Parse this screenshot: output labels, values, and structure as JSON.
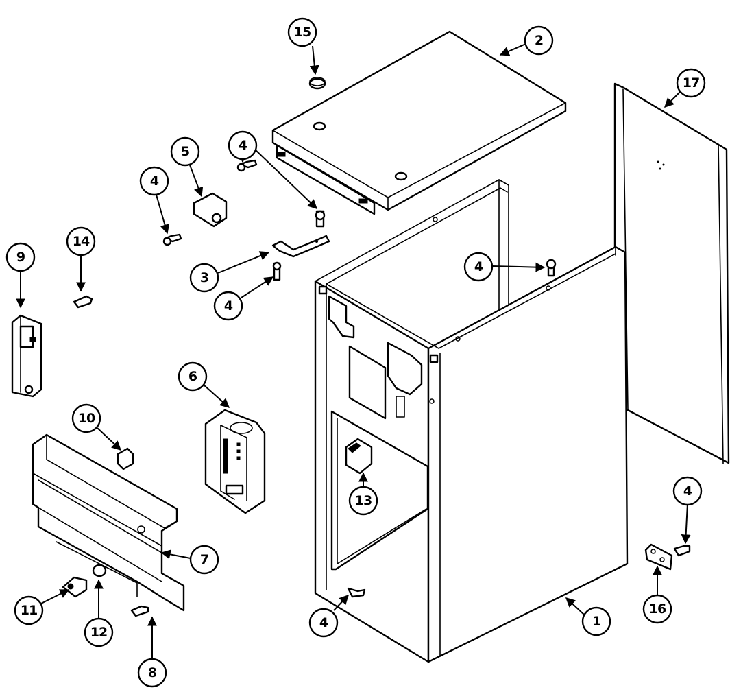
{
  "callouts": [
    {
      "id": "c15",
      "label": "15"
    },
    {
      "id": "c2",
      "label": "2"
    },
    {
      "id": "c17",
      "label": "17"
    },
    {
      "id": "c5",
      "label": "5"
    },
    {
      "id": "c4a",
      "label": "4"
    },
    {
      "id": "c4b",
      "label": "4"
    },
    {
      "id": "c14",
      "label": "14"
    },
    {
      "id": "c9",
      "label": "9"
    },
    {
      "id": "c3",
      "label": "3"
    },
    {
      "id": "c4c",
      "label": "4"
    },
    {
      "id": "c4d",
      "label": "4"
    },
    {
      "id": "c6",
      "label": "6"
    },
    {
      "id": "c10",
      "label": "10"
    },
    {
      "id": "c13",
      "label": "13"
    },
    {
      "id": "c7",
      "label": "7"
    },
    {
      "id": "c4e",
      "label": "4"
    },
    {
      "id": "c16",
      "label": "16"
    },
    {
      "id": "c11",
      "label": "11"
    },
    {
      "id": "c12",
      "label": "12"
    },
    {
      "id": "c4f",
      "label": "4"
    },
    {
      "id": "c1",
      "label": "1"
    },
    {
      "id": "c8",
      "label": "8"
    }
  ]
}
